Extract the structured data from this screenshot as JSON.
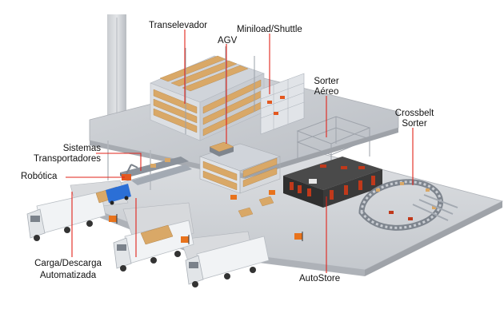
{
  "labels": {
    "transelevador": "Transelevador",
    "agv": "AGV",
    "miniload": "Miniload/Shuttle",
    "sorter_aereo_1": "Sorter",
    "sorter_aereo_2": "Aéreo",
    "crossbelt_1": "Crossbelt",
    "crossbelt_2": "Sorter",
    "sistemas_1": "Sistemas",
    "sistemas_2": "Transportadores",
    "robotica": "Robótica",
    "carga_1": "Carga/Descarga",
    "carga_2": "Automatizada",
    "autostore": "AutoStore"
  },
  "colors": {
    "leader_line": "#e2231a",
    "floor": "#cfd2d6",
    "floor_edge": "#a9adb3",
    "mezzanine": "#c6c9cd",
    "rack_frame": "#b9bec6",
    "box": "#d9a867",
    "box_dark": "#b5864a",
    "autostore_grid": "#3a3a3a",
    "autostore_bin": "#c0391b",
    "forklift": "#e8731c",
    "truck_cab": "#e9ecef",
    "van": "#2b6fd6"
  }
}
